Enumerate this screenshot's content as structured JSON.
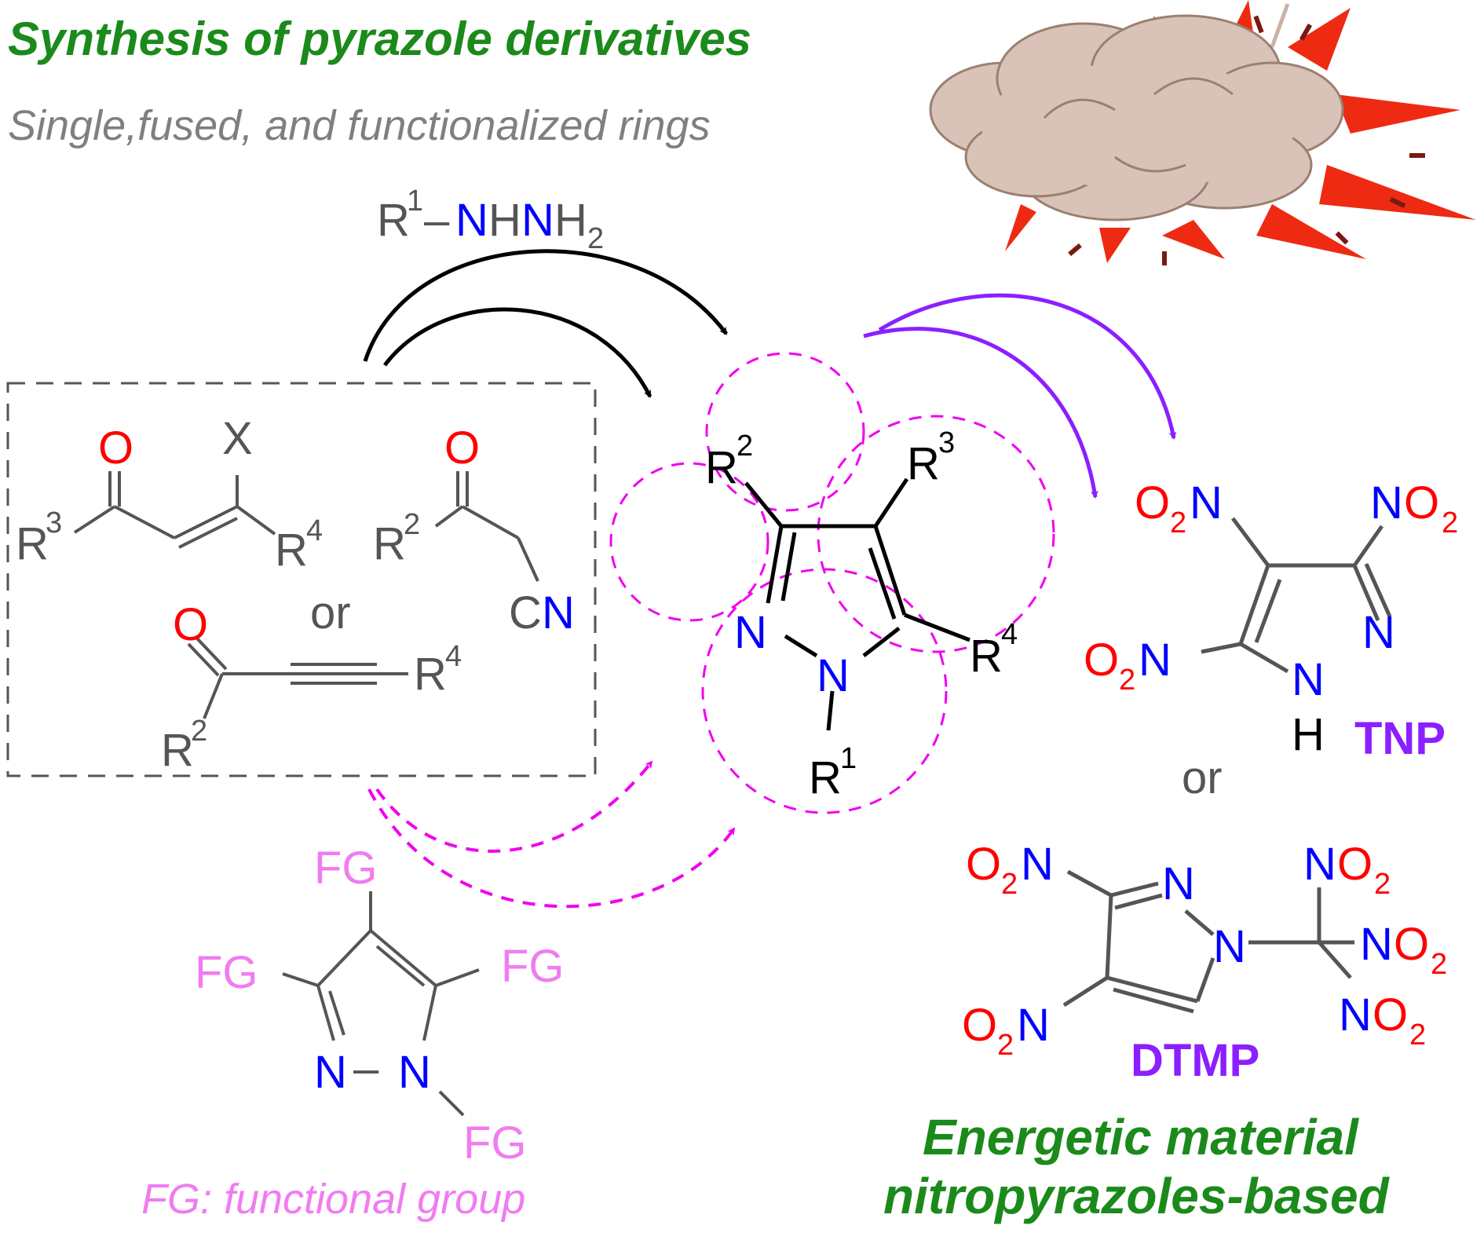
{
  "header": {
    "title": "Synthesis of pyrazole derivatives",
    "subtitle": "Single,fused, and functionalized rings"
  },
  "reagent": {
    "r": "R",
    "r_sup": "1",
    "dash": "–",
    "n1": "N",
    "h1": "H",
    "n2": "N",
    "h2": "H",
    "h2_sub": "2"
  },
  "precursors": {
    "enone": {
      "o": "O",
      "x": "X",
      "r3": "R",
      "r3_sup": "3",
      "r4": "R",
      "r4_sup": "4"
    },
    "cyano": {
      "o": "O",
      "r2": "R",
      "r2_sup": "2",
      "c": "C",
      "n": "N"
    },
    "or": "or",
    "ynone": {
      "o": "O",
      "r4": "R",
      "r4_sup": "4",
      "r2": "R",
      "r2_sup": "2"
    }
  },
  "core_pyrazole": {
    "r2": "R",
    "r2_sup": "2",
    "r3": "R",
    "r3_sup": "3",
    "r4": "R",
    "r4_sup": "4",
    "r1": "R",
    "r1_sup": "1",
    "n2": "N",
    "n1": "N"
  },
  "fg_pyrazole": {
    "fg_top": "FG",
    "fg_left": "FG",
    "fg_right": "FG",
    "fg_bottom": "FG",
    "n_left": "N",
    "bond": "–",
    "n_right": "N",
    "note": "FG: functional group"
  },
  "tnp": {
    "o2n_top": "O",
    "o2n_top_sub": "2",
    "o2n_top_n": "N",
    "no2_right_n": "N",
    "no2_right": "O",
    "no2_right_sub": "2",
    "o2n_left": "O",
    "o2n_left_sub": "2",
    "o2n_left_n": "N",
    "n_ring": "N",
    "nh_n": "N",
    "nh_h": "H",
    "name": "TNP"
  },
  "or_text": "or",
  "dtmp": {
    "o2n_top": "O",
    "o2n_top_sub": "2",
    "o2n_top_n": "N",
    "n_ring_top": "N",
    "n_ring": "N",
    "o2n_bottom": "O",
    "o2n_bottom_sub": "2",
    "o2n_bottom_n": "N",
    "no2_a_n": "N",
    "no2_a": "O",
    "no2_a_sub": "2",
    "no2_b_n": "N",
    "no2_b": "O",
    "no2_b_sub": "2",
    "no2_c_n": "N",
    "no2_c": "O",
    "no2_c_sub": "2",
    "name": "DTMP"
  },
  "footer": {
    "line1": "Energetic material",
    "line2": "nitropyrazoles-based"
  },
  "colors": {
    "title_green": "#1b8a1b",
    "oxygen_red": "#ff0000",
    "nitrogen_blue": "#0000ff",
    "purple": "#8b1fff",
    "pink": "#f07cf0",
    "explosion_red": "#ee2a12",
    "cloud": "#d9c3b8"
  },
  "icons": [
    "explosion-icon"
  ]
}
